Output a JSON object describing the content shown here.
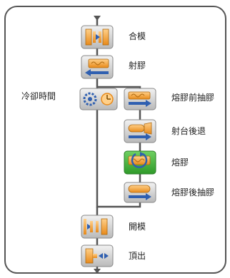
{
  "diagram": {
    "side_label": "冷卻時間",
    "steps": [
      {
        "id": "mold-close",
        "label": "合模",
        "icon": "mold-close-icon",
        "active": false
      },
      {
        "id": "injection",
        "label": "射膠",
        "icon": "injection-icon",
        "active": false
      },
      {
        "id": "suck-back-before",
        "label": "熔膠前抽膠",
        "icon": "suck-back-before-icon",
        "active": false
      },
      {
        "id": "carriage-back",
        "label": "射台後退",
        "icon": "carriage-back-icon",
        "active": false
      },
      {
        "id": "plasticizing",
        "label": "熔膠",
        "icon": "plasticizing-icon",
        "active": true
      },
      {
        "id": "suck-back-after",
        "label": "熔膠後抽膠",
        "icon": "suck-back-after-icon",
        "active": false
      },
      {
        "id": "mold-open",
        "label": "開模",
        "icon": "mold-open-icon",
        "active": false
      },
      {
        "id": "ejector",
        "label": "頂出",
        "icon": "ejector-icon",
        "active": false
      }
    ],
    "cooling_icon": "cooling-timer-icon",
    "colors": {
      "icon_bg": "#d6d6d6",
      "active_bg": "#3fae3a",
      "orange": "#f0a030",
      "blue": "#2f5fb0",
      "line": "#555555"
    }
  }
}
